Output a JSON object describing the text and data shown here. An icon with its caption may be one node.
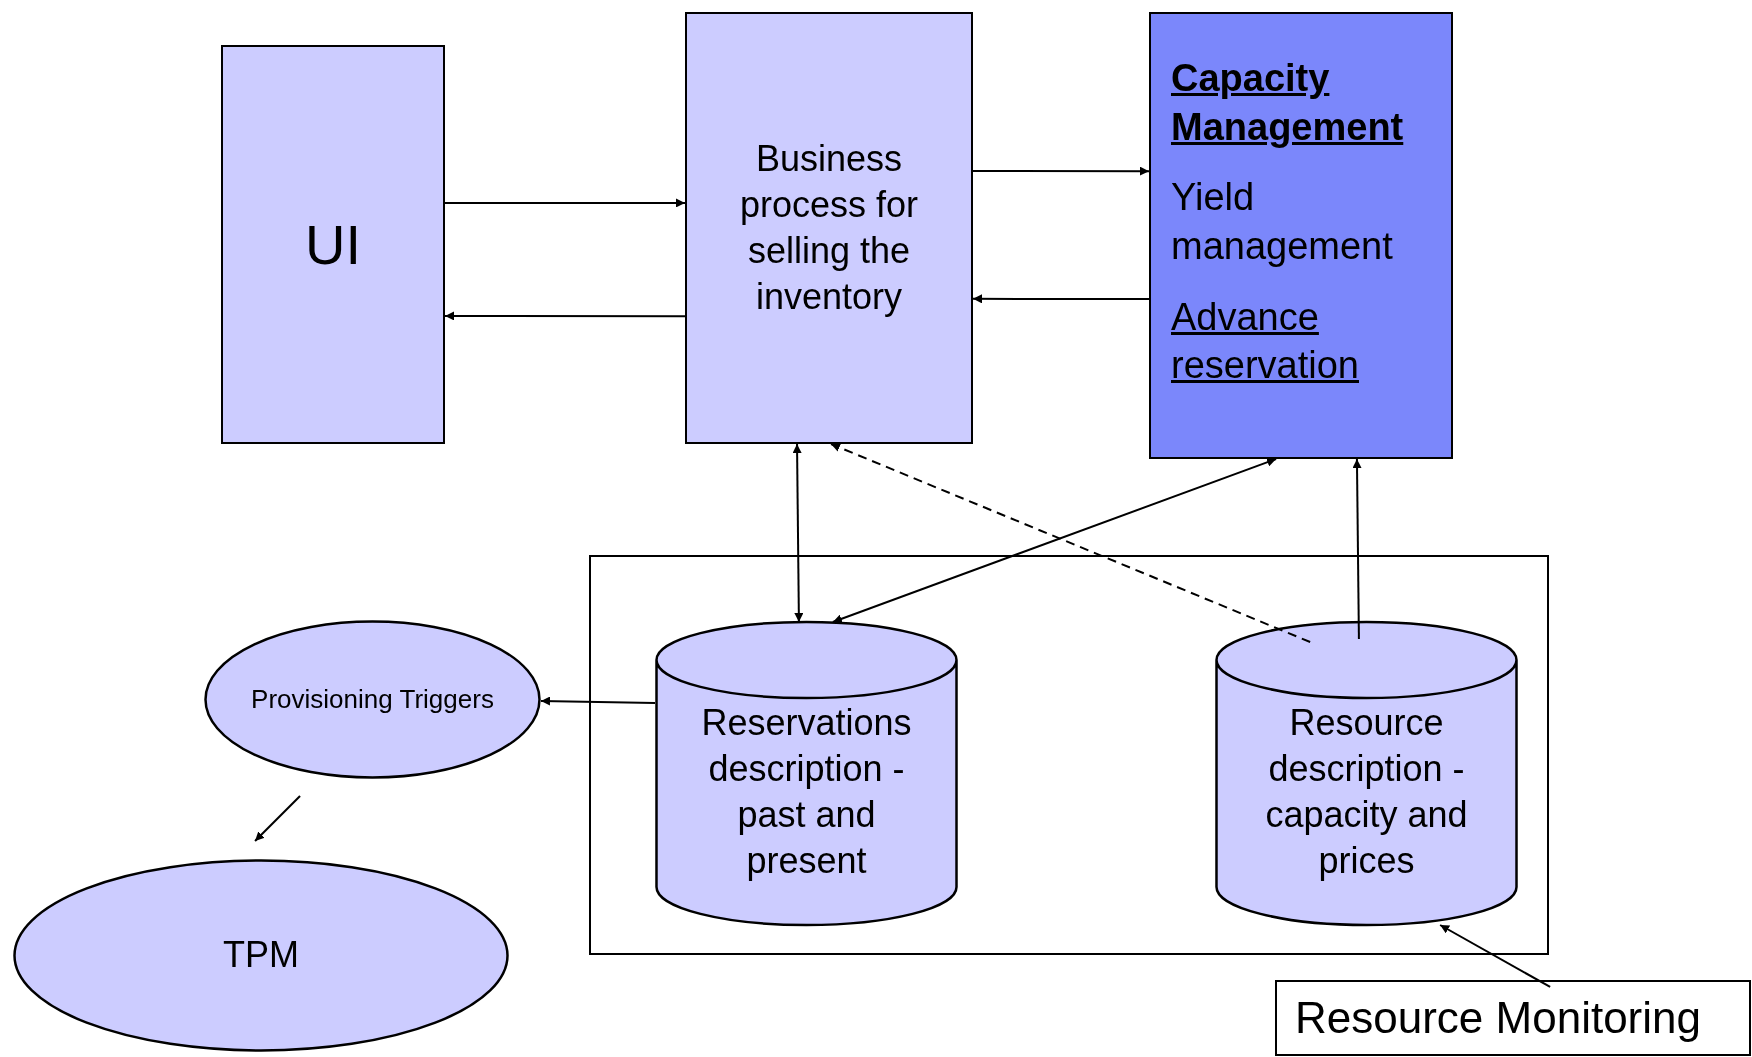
{
  "diagram": {
    "nodes": [
      {
        "text": [
          "UI"
        ]
      },
      {
        "text": [
          "Business process for selling the inventory"
        ]
      },
      {
        "text": [
          "Capacity Management",
          "Yield management",
          "Advance reservation"
        ]
      },
      {
        "text": [],
        "shape": "box"
      },
      {
        "text": [
          "Reservations description - past and present"
        ],
        "in": 3
      },
      {
        "text": [
          "Resource description - capacity and prices"
        ],
        "in": 3
      },
      {
        "text": [
          "Provisioning Triggers"
        ]
      },
      {
        "text": [
          "TPM"
        ]
      },
      {
        "text": [
          "Resource Monitoring"
        ]
      }
    ],
    "edges": [
      {
        "from": 0,
        "to": 1,
        "arrow": "to"
      },
      {
        "from": 1,
        "to": 0,
        "arrow": "to"
      },
      {
        "from": 1,
        "to": 2,
        "arrow": "to"
      },
      {
        "from": 2,
        "to": 1,
        "arrow": "to"
      },
      {
        "from": 1,
        "to": 4,
        "arrow": "both"
      },
      {
        "from": 2,
        "to": 4,
        "arrow": "both"
      },
      {
        "from": 5,
        "to": 1,
        "arrow": "to",
        "style": "dashed"
      },
      {
        "from": 5,
        "to": 2,
        "arrow": "to"
      },
      {
        "from": 4,
        "to": 6,
        "arrow": "to"
      },
      {
        "from": 6,
        "to": 7,
        "arrow": "to"
      },
      {
        "from": 8,
        "to": 5,
        "arrow": "to"
      }
    ]
  }
}
